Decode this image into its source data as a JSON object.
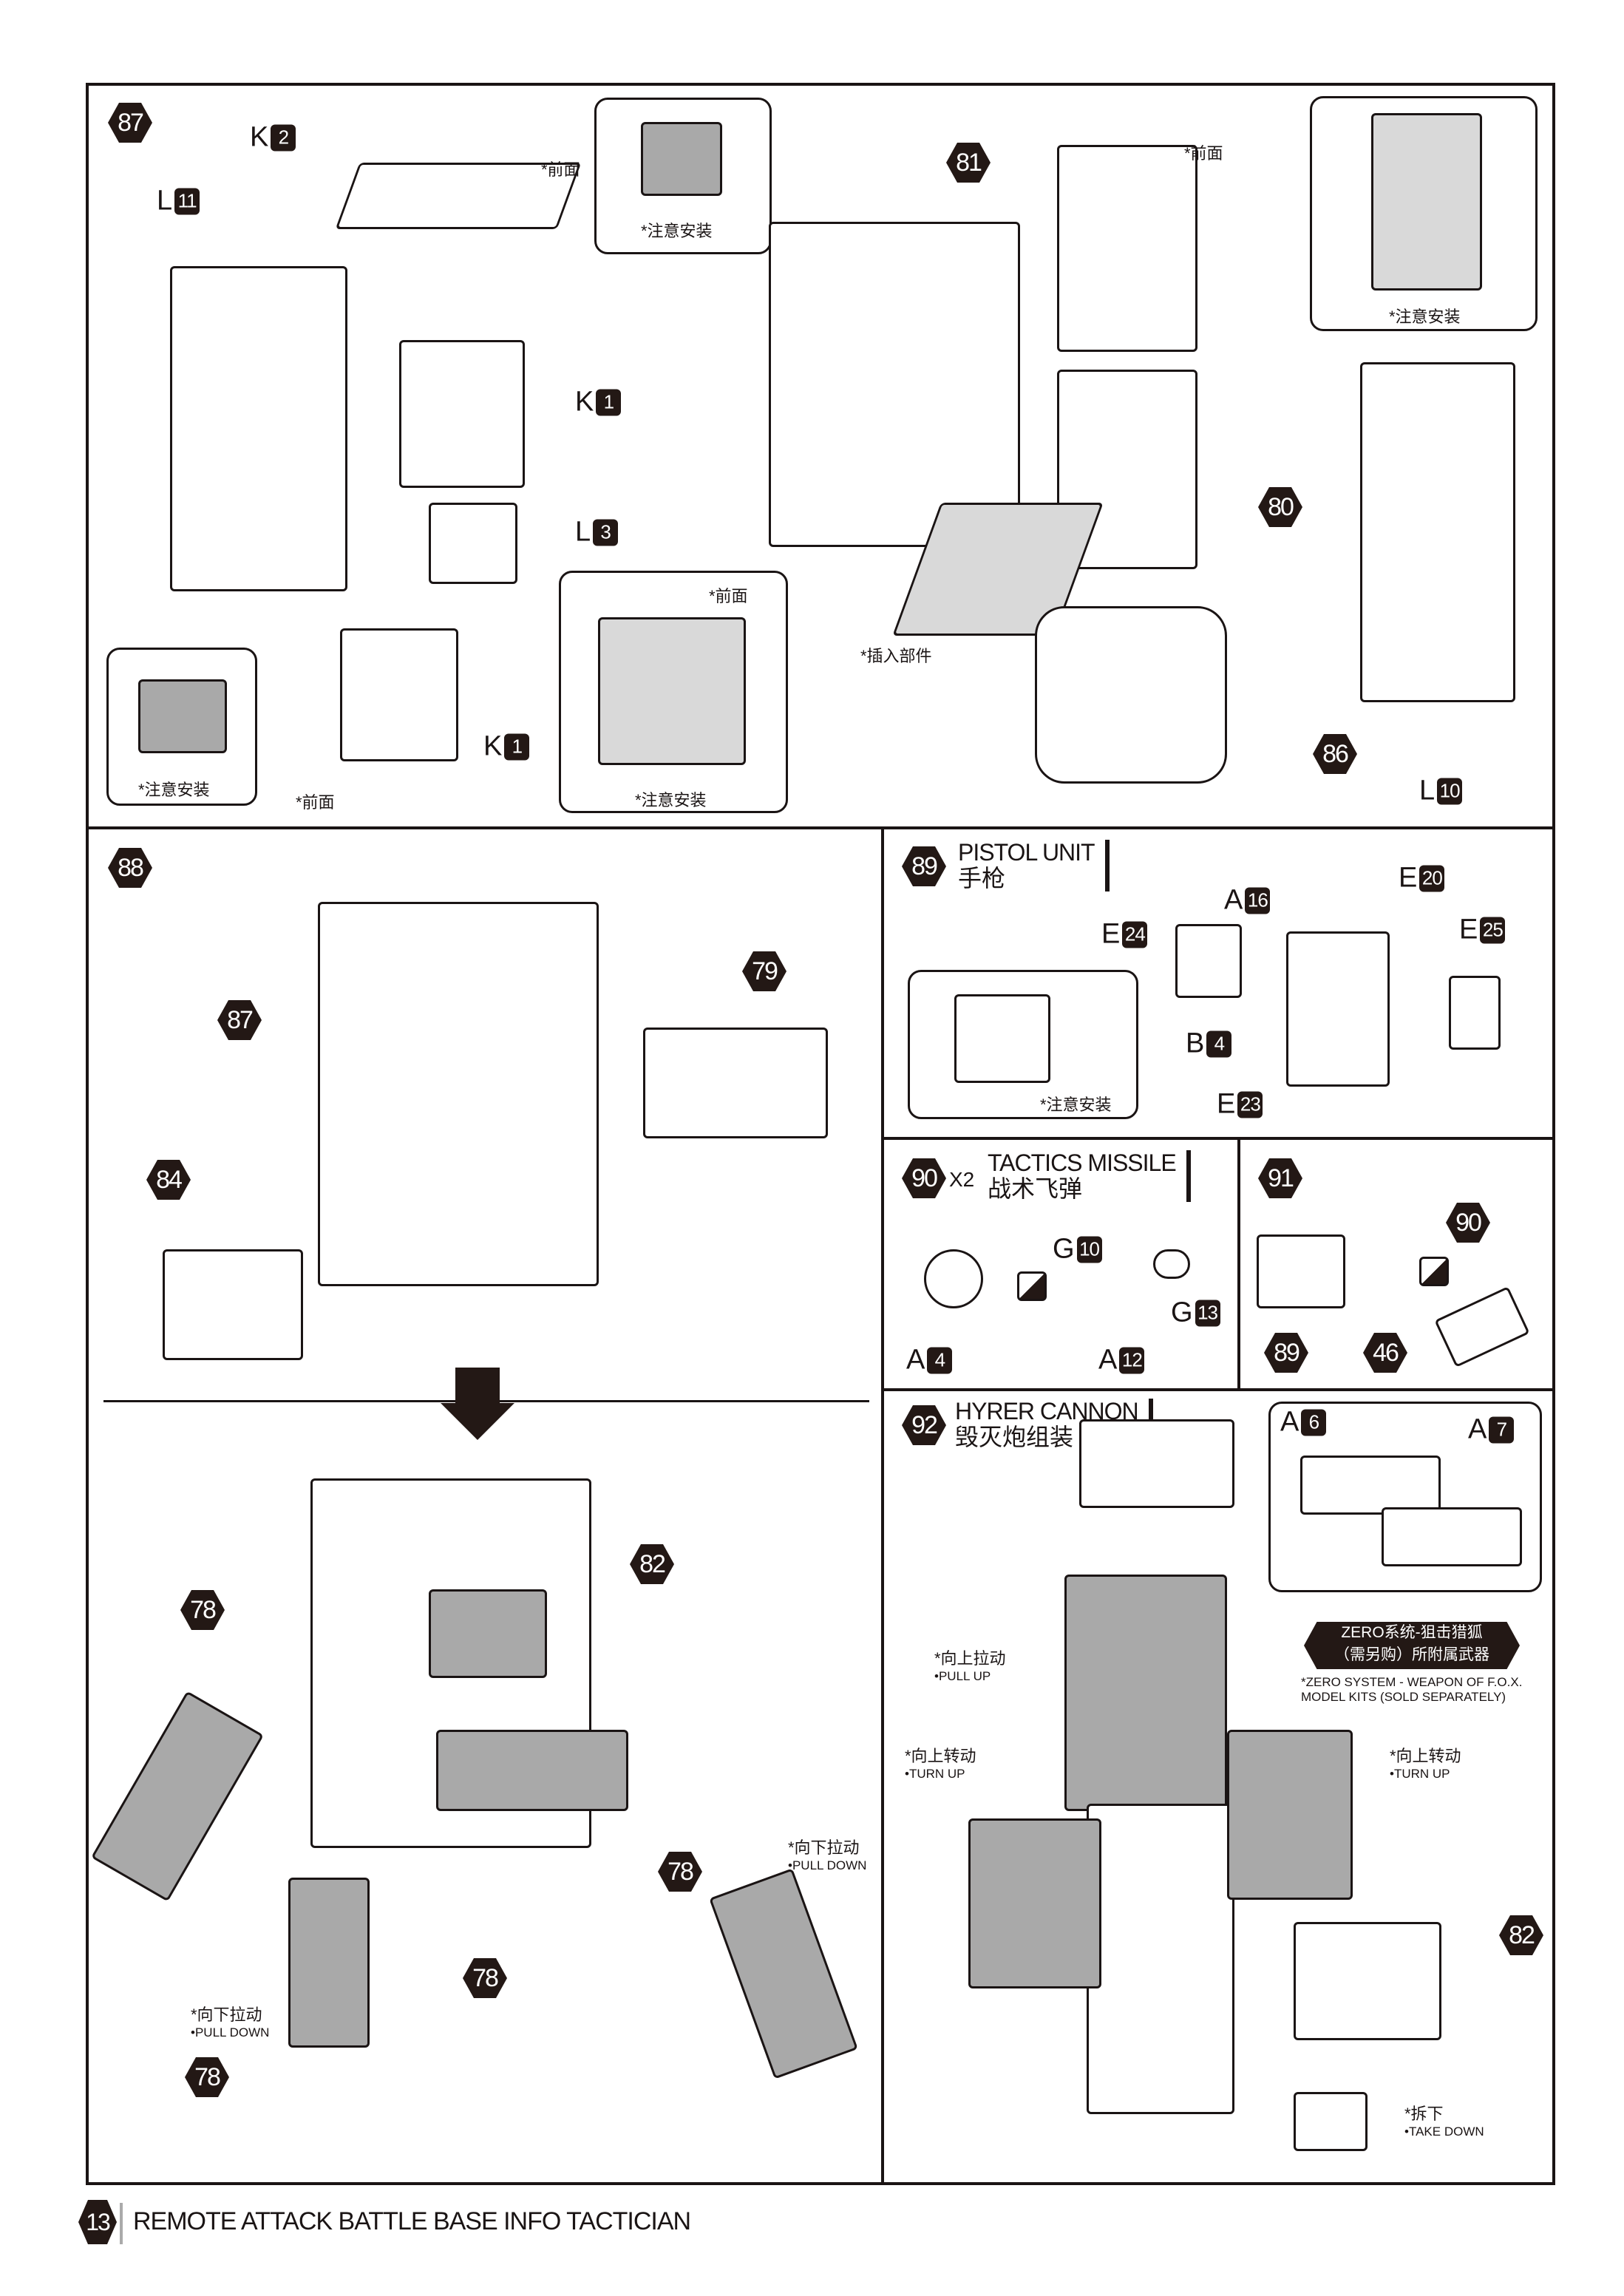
{
  "step87": {
    "num": "87",
    "parts": {
      "k2": {
        "l": "K",
        "n": "2"
      },
      "l11": {
        "l": "L",
        "n": "11"
      },
      "k1a": {
        "l": "K",
        "n": "1"
      },
      "l3": {
        "l": "L",
        "n": "3"
      },
      "k1b": {
        "l": "K",
        "n": "1"
      },
      "l10": {
        "l": "L",
        "n": "10"
      }
    },
    "front": "*前面",
    "caution": "*注意安装",
    "insert": "*插入部件",
    "refs": [
      "81",
      "80",
      "86"
    ]
  },
  "step88": {
    "num": "88",
    "refs": {
      "r87": "87",
      "r79": "79",
      "r84": "84",
      "r82": "82",
      "r78a": "78",
      "r78b": "78",
      "r78c": "78",
      "r78d": "78"
    },
    "pull_down_cn": "*向下拉动",
    "pull_down_en": "•PULL DOWN"
  },
  "step89": {
    "num": "89",
    "title_en": "PISTOL UNIT",
    "title_cn": "手枪",
    "caution": "*注意安装",
    "parts": {
      "a16": {
        "l": "A",
        "n": "16"
      },
      "e20": {
        "l": "E",
        "n": "20"
      },
      "e24": {
        "l": "E",
        "n": "24"
      },
      "e25": {
        "l": "E",
        "n": "25"
      },
      "b4": {
        "l": "B",
        "n": "4"
      },
      "e23": {
        "l": "E",
        "n": "23"
      }
    }
  },
  "step90": {
    "num": "90",
    "qty": "X2",
    "title_en": "TACTICS MISSILE",
    "title_cn": "战术飞弹",
    "parts": {
      "g10": {
        "l": "G",
        "n": "10"
      },
      "g13": {
        "l": "G",
        "n": "13"
      },
      "a4": {
        "l": "A",
        "n": "4"
      },
      "a12": {
        "l": "A",
        "n": "12"
      }
    }
  },
  "step91": {
    "num": "91",
    "refs": {
      "r90": "90",
      "r89": "89",
      "r46": "46"
    }
  },
  "step92": {
    "num": "92",
    "title_en": "HYRER CANNON",
    "title_cn": "毁灭炮组装",
    "parts": {
      "a6": {
        "l": "A",
        "n": "6"
      },
      "a7": {
        "l": "A",
        "n": "7"
      }
    },
    "badge_line1": "ZERO系统-狙击猎狐",
    "badge_line2": "（需另购）所附属武器",
    "badge_en1": "*ZERO SYSTEM - WEAPON OF F.O.X.",
    "badge_en2": "MODEL KITS (SOLD SEPARATELY)",
    "pull_up_cn": "*向上拉动",
    "pull_up_en": "•PULL UP",
    "turn_up_cn": "*向上转动",
    "turn_up_en": "•TURN UP",
    "take_down_cn": "*拆下",
    "take_down_en": "•TAKE DOWN",
    "r82": "82"
  },
  "footer": {
    "page": "13",
    "title": "REMOTE ATTACK BATTLE BASE INFO TACTICIAN"
  },
  "colors": {
    "ink": "#231815",
    "part_grey": "#a9a9a9"
  }
}
